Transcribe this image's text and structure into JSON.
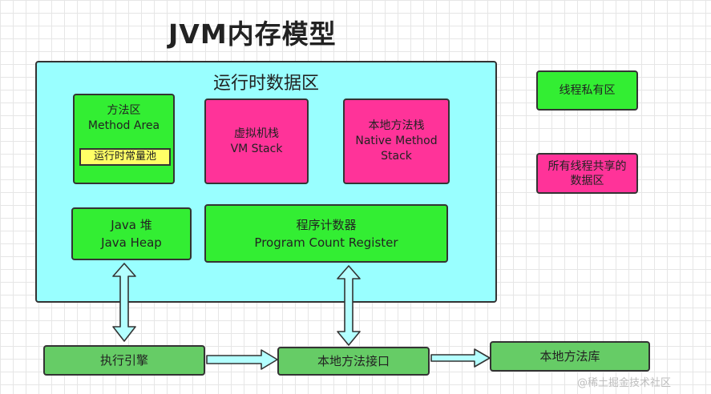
{
  "title": "JVM内存模型",
  "runtime_area": {
    "title": "运行时数据区"
  },
  "method_area": {
    "line1": "方法区",
    "line2": "Method Area",
    "pool": "运行时常量池"
  },
  "vm_stack": {
    "line1": "虚拟机栈",
    "line2": "VM Stack"
  },
  "native_stack": {
    "line1": "本地方法栈",
    "line2": "Native Method Stack"
  },
  "heap": {
    "line1": "Java 堆",
    "line2": "Java Heap"
  },
  "pc_register": {
    "line1": "程序计数器",
    "line2": "Program Count Register"
  },
  "legend": {
    "private": "线程私有区",
    "shared_line1": "所有线程共享的",
    "shared_line2": "数据区"
  },
  "execution_engine": "执行引擎",
  "native_interface": "本地方法接口",
  "native_library": "本地方法库",
  "watermark": "@稀土掘金技术社区",
  "colors": {
    "runtime_bg": "#99ffff",
    "private": "#33ee33",
    "shared": "#ff3399",
    "bottom": "#66cc66",
    "tag": "#ffff66"
  }
}
